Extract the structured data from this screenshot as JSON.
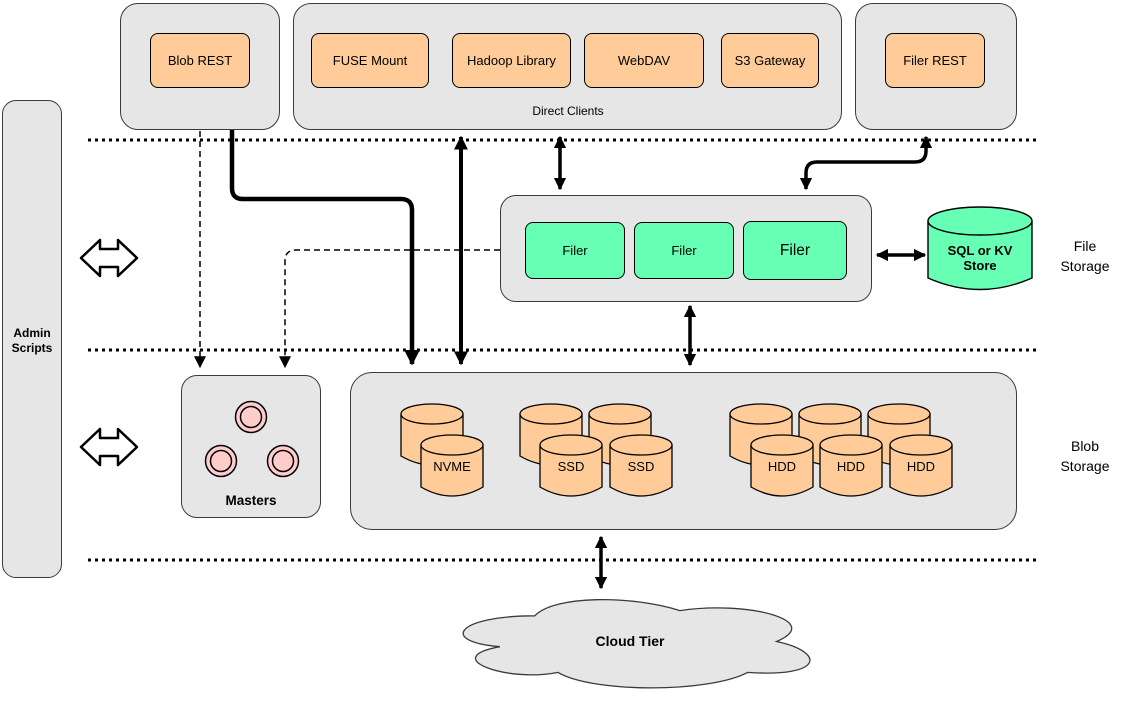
{
  "colors": {
    "container_gray": "#e6e6e6",
    "client_orange": "#ffcc99",
    "filer_green": "#66ffb3",
    "master_pink": "#ffcccc",
    "line_black": "#000000"
  },
  "admin_scripts": {
    "label": "Admin\nScripts"
  },
  "clients": {
    "blob_rest": "Blob REST",
    "direct_clients_label": "Direct Clients",
    "direct_client_items": [
      "FUSE Mount",
      "Hadoop Library",
      "WebDAV",
      "S3 Gateway"
    ],
    "filer_rest": "Filer REST"
  },
  "file_storage": {
    "section_label": "File\nStorage",
    "filers": [
      "Filer",
      "Filer",
      "Filer"
    ],
    "store_label": "SQL or KV\nStore"
  },
  "blob_storage": {
    "section_label": "Blob\nStorage",
    "masters_label": "Masters",
    "volumes": {
      "nvme": "NVME",
      "ssd_1": "SSD",
      "ssd_2": "SSD",
      "hdd_1": "HDD",
      "hdd_2": "HDD",
      "hdd_3": "HDD"
    }
  },
  "cloud": {
    "label": "Cloud Tier"
  }
}
